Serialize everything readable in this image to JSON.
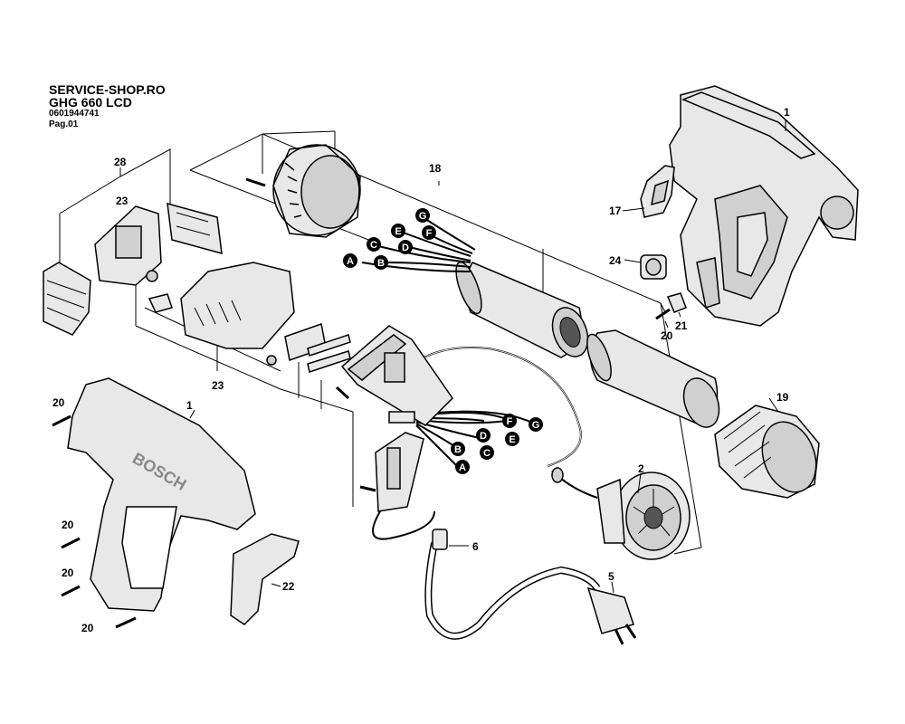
{
  "header": {
    "shop": "SERVICE-SHOP.RO",
    "model": "GHG 660 LCD",
    "part_number": "0601944741",
    "page": "Pag.01"
  },
  "brand": "BOSCH",
  "labels": {
    "l1a": "1",
    "l1b": "1",
    "l2": "2",
    "l5": "5",
    "l6": "6",
    "l17": "17",
    "l18": "18",
    "l19": "19",
    "l20a": "20",
    "l20b": "20",
    "l20c": "20",
    "l20d": "20",
    "l20e": "20",
    "l21": "21",
    "l22": "22",
    "l23a": "23",
    "l23b": "23",
    "l24": "24",
    "l28": "28"
  },
  "connectors": {
    "top": [
      "A",
      "B",
      "C",
      "D",
      "E",
      "F",
      "G"
    ],
    "bottom": [
      "A",
      "B",
      "C",
      "D",
      "E",
      "F",
      "G"
    ]
  }
}
